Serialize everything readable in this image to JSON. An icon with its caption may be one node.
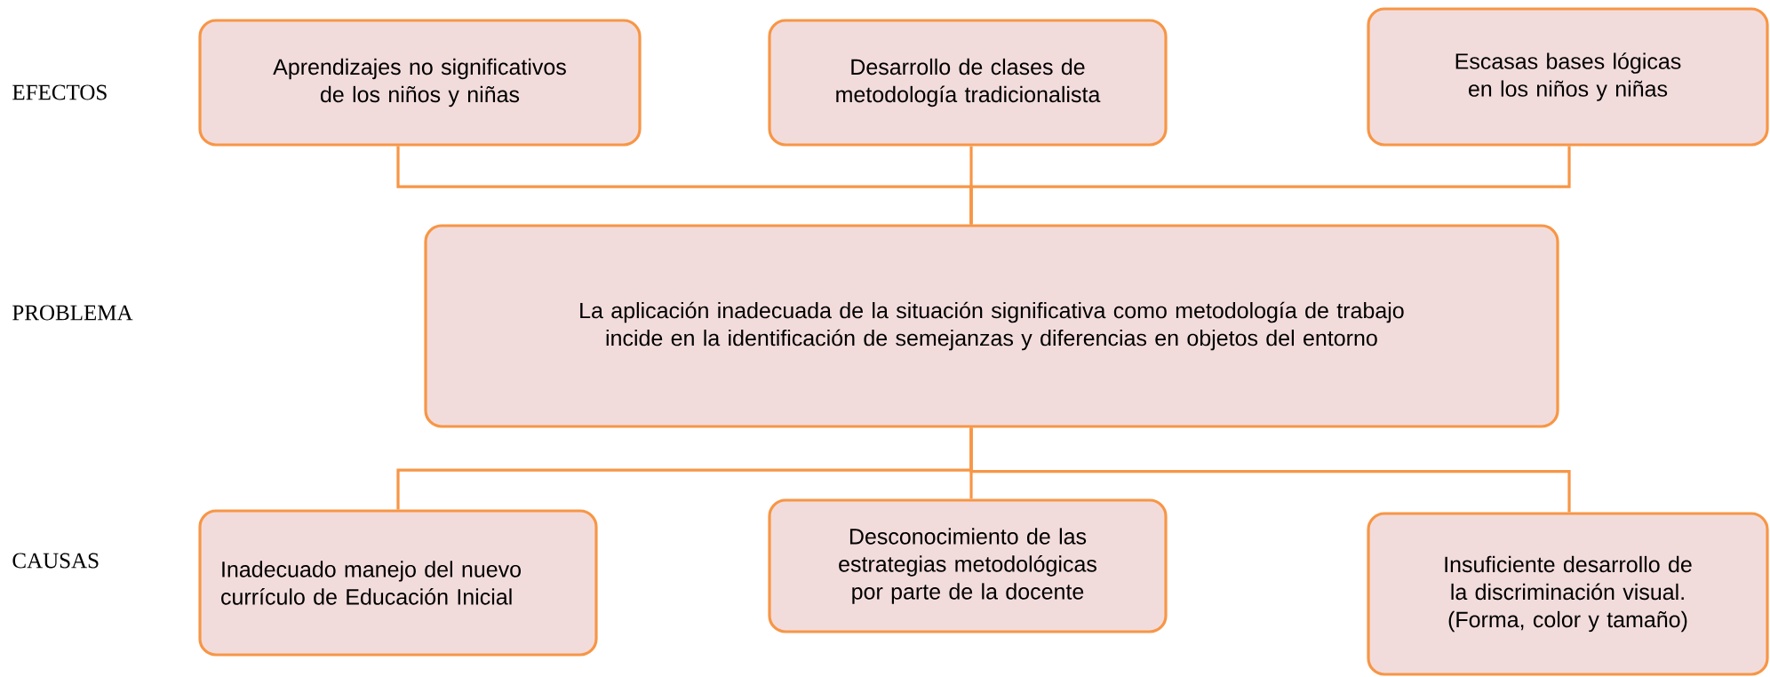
{
  "diagram": {
    "nodes": [
      {
        "text": [
          "Aprendizajes no significativos de los niños y niñas"
        ]
      },
      {
        "text": [
          "Desarrollo de clases de metodología tradicionalista"
        ]
      },
      {
        "text": [
          "Escasas bases lógicas en los niños y niñas"
        ]
      },
      {
        "text": [
          "La aplicación inadecuada de la situación significativa como metodología de trabajo incide en la identificación de semejanzas y diferencias en objetos del entorno"
        ]
      },
      {
        "text": [
          "Inadecuado manejo del nuevo currículo de Educación Inicial"
        ]
      },
      {
        "text": [
          "Desconocimiento de las estrategias metodológicas por parte de la docente"
        ]
      },
      {
        "text": [
          "Insuficiente desarrollo de la discriminación visual. (Forma, color y tamaño)"
        ]
      }
    ],
    "edges": [
      {
        "from": 0,
        "to": 3,
        "arrow": "none"
      },
      {
        "from": 1,
        "to": 3,
        "arrow": "none"
      },
      {
        "from": 2,
        "to": 3,
        "arrow": "none"
      },
      {
        "from": 3,
        "to": 4,
        "arrow": "none"
      },
      {
        "from": 3,
        "to": 5,
        "arrow": "none"
      },
      {
        "from": 3,
        "to": 6,
        "arrow": "none"
      }
    ],
    "labels": [
      "EFECTOS",
      "PROBLEMA",
      "CAUSAS"
    ]
  }
}
